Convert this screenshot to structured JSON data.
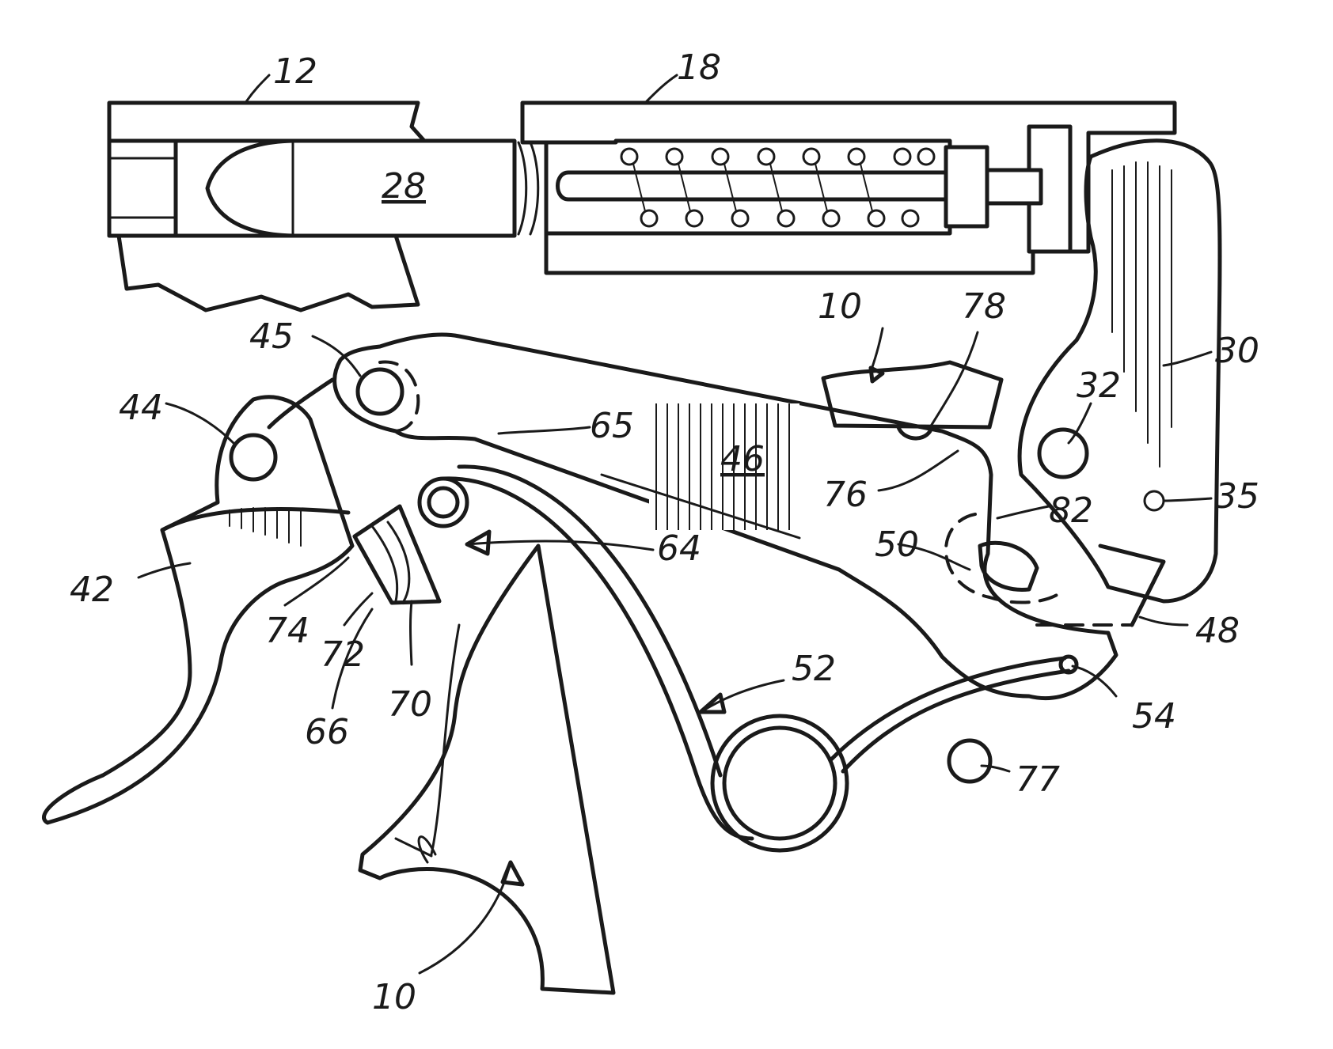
{
  "figure": {
    "labels": {
      "l12": "12",
      "l18": "18",
      "l28": "28",
      "l10_upper": "10",
      "l78": "78",
      "l30": "30",
      "l45": "45",
      "l32": "32",
      "l44": "44",
      "l65": "65",
      "l46": "46",
      "l35": "35",
      "l76": "76",
      "l82": "82",
      "l64": "64",
      "l50": "50",
      "l42": "42",
      "l48": "48",
      "l74": "74",
      "l52": "52",
      "l72": "72",
      "l70": "70",
      "l54": "54",
      "l66": "66",
      "l77": "77",
      "l10_lower": "10"
    },
    "ink_color": "#1a1a1a",
    "paper_color": "#ffffff"
  }
}
